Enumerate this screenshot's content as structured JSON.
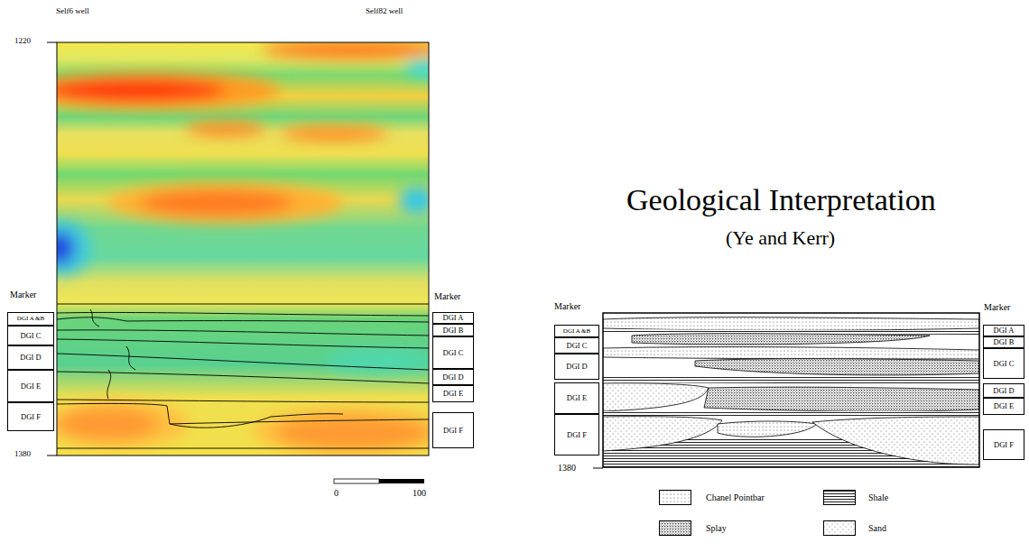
{
  "diagram": {
    "title": "Geological Interpretation",
    "nodes": [
      {
        "text": [
          "DGI A &B"
        ]
      },
      {
        "text": [
          "DGI C"
        ]
      },
      {
        "text": [
          "DGI D"
        ]
      },
      {
        "text": [
          "DGI E"
        ]
      },
      {
        "text": [
          "DGI F"
        ]
      },
      {
        "text": [
          "DGI A"
        ]
      },
      {
        "text": [
          "DGI B"
        ]
      },
      {
        "text": [
          "DGI C"
        ]
      },
      {
        "text": [
          "DGI D"
        ]
      },
      {
        "text": [
          "DGI E"
        ]
      },
      {
        "text": [
          "DGI F"
        ]
      },
      {
        "text": [
          "DGI A &B"
        ]
      },
      {
        "text": [
          "DGI C"
        ]
      },
      {
        "text": [
          "DGI D"
        ]
      },
      {
        "text": [
          "DGI E"
        ]
      },
      {
        "text": [
          "DGI F"
        ]
      },
      {
        "text": [
          "DGI A"
        ]
      },
      {
        "text": [
          "DGI B"
        ]
      },
      {
        "text": [
          "DGI C"
        ]
      },
      {
        "text": [
          "DGI D"
        ]
      },
      {
        "text": [
          "DGI E"
        ]
      },
      {
        "text": [
          "DGI F"
        ]
      }
    ],
    "labels": [
      "Self6 well",
      "Self82 well",
      "1220",
      "1380",
      "Marker",
      "Marker",
      "0",
      "100",
      "(Ye and Kerr)",
      "Marker",
      "Marker",
      "1380"
    ],
    "legend": [
      {
        "text": "Chanel Pointbar"
      },
      {
        "text": "Splay"
      },
      {
        "text": "Shale"
      },
      {
        "text": "Sand"
      }
    ]
  }
}
